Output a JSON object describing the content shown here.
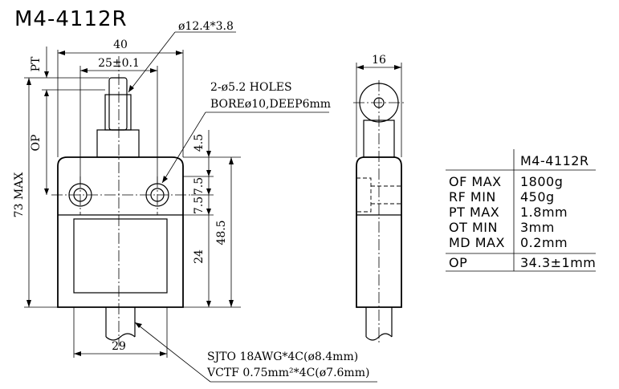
{
  "title": "M4-4112R",
  "front_view": {
    "dim_top_width": "40",
    "dim_hole_spacing": "25±0.1",
    "dim_roller": "ø12.4*3.8",
    "label_pt": "PT",
    "label_op": "OP",
    "label_height": "73  MAX",
    "holes_line1": "2-ø5.2  HOLES",
    "holes_line2": "BOREø10,DEEP6mm",
    "dim_4_5": "4.5",
    "dim_7_5_top": "7.5",
    "dim_7_5_bot": "7.5",
    "dim_24": "24",
    "dim_48_5": "48.5",
    "dim_bottom_width": "29",
    "cable_line1": "SJTO  18AWG*4C(ø8.4mm)",
    "cable_line2": "VCTF  0.75mm²*4C(ø7.6mm)"
  },
  "side_view": {
    "dim_width": "16"
  },
  "spec_table": {
    "header": "M4-4112R",
    "rows": [
      {
        "label": "OF MAX",
        "value": "1800g"
      },
      {
        "label": "RF MIN",
        "value": "450g"
      },
      {
        "label": "PT MAX",
        "value": "1.8mm"
      },
      {
        "label": "OT MIN",
        "value": "3mm"
      },
      {
        "label": "MD MAX",
        "value": "0.2mm"
      }
    ],
    "footer": {
      "label": "OP",
      "value": "34.3±1mm"
    }
  }
}
